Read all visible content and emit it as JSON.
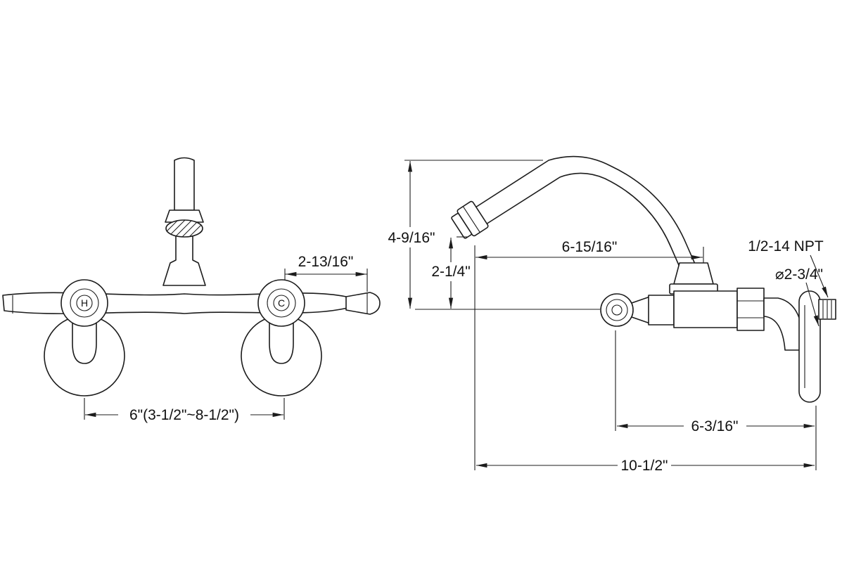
{
  "front": {
    "hot_label": "H",
    "cold_label": "C",
    "dim_handle_width": "2-13/16\"",
    "dim_center_spread": "6\"(3-1/2\"~8-1/2\")"
  },
  "side": {
    "dim_height": "4-9/16\"",
    "dim_spout_rise": "2-1/4\"",
    "dim_spout_reach": "6-15/16\"",
    "label_thread": "1/2-14 NPT",
    "dim_flange_diameter": "⌀2-3/4\"",
    "dim_body_projection": "6-3/16\"",
    "dim_overall_projection": "10-1/2\""
  },
  "colors": {
    "line": "#1c1c1c",
    "background": "#ffffff"
  }
}
